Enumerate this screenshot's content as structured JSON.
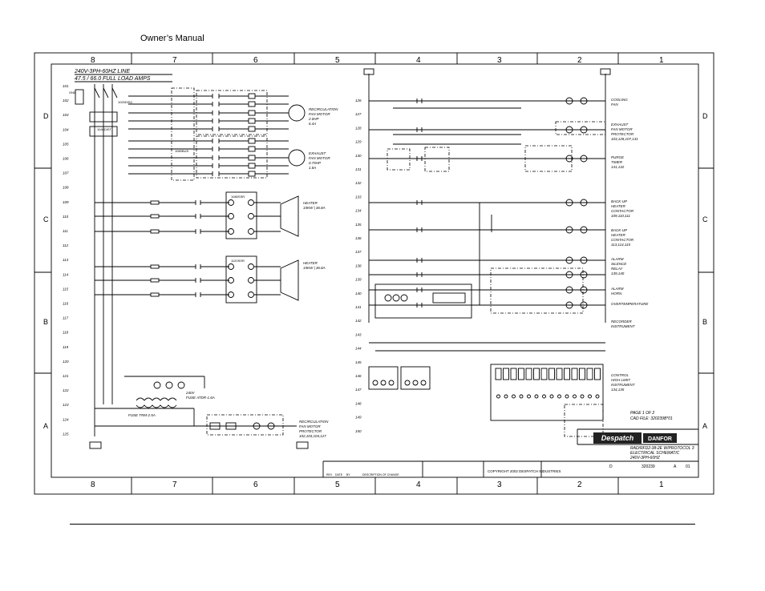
{
  "header": {
    "title": "Owner’s Manual"
  },
  "colors": {
    "ink": "#000000",
    "logo_dark": "#222222",
    "logo_light": "#ffffff"
  },
  "frame": {
    "columns_top": [
      "8",
      "7",
      "6",
      "5",
      "4",
      "3",
      "2",
      "1"
    ],
    "columns_bottom": [
      "8",
      "7",
      "6",
      "5",
      "4",
      "3",
      "2",
      "1"
    ],
    "rows_left": [
      "D",
      "C",
      "B",
      "A"
    ],
    "rows_right": [
      "D",
      "C",
      "B",
      "A"
    ]
  },
  "line_numbers_left": [
    "101",
    "102",
    "103",
    "104",
    "105",
    "106",
    "107",
    "108",
    "109",
    "110",
    "111",
    "112",
    "113",
    "114",
    "115",
    "116",
    "117",
    "118",
    "119",
    "120",
    "121",
    "122",
    "123",
    "124",
    "125"
  ],
  "line_numbers_mid": [
    "126",
    "127",
    "128",
    "129",
    "130",
    "131",
    "132",
    "133",
    "134",
    "135",
    "136",
    "137",
    "138",
    "139",
    "140",
    "141",
    "142",
    "143",
    "144",
    "145",
    "146",
    "147",
    "148",
    "149",
    "150"
  ],
  "power": {
    "line1": "240V-3PH-60HZ LINE",
    "line2": "47.5 / 66.0 FULL LOAD AMPS",
    "gnd": "GND",
    "disc": "1020DISC",
    "disconnect": "1040DIST",
    "fuse_block": "1060BUS"
  },
  "motors": [
    {
      "label": "RECIRCULATION",
      "l2": "FAN MOTOR",
      "l3": "2.0HP",
      "l4": "6.4A"
    },
    {
      "label": "EXHAUST",
      "l2": "FAN MOTOR",
      "l3": "0.75HP",
      "l4": "1.8A"
    }
  ],
  "heaters": [
    {
      "label": "HEATER",
      "l2": "15KW | 36.8A",
      "ssr": "1080SSR"
    },
    {
      "label": "HEATER",
      "l2": "15KW | 36.8A",
      "ssr": "1120SSR"
    }
  ],
  "control_labels": [
    {
      "l1": "COOLING",
      "l2": "FAN"
    },
    {
      "l1": "EXHAUST",
      "l2": "FAN MOTOR",
      "l3": "PROTECTOR",
      "l4": "103,128,107,131"
    },
    {
      "l1": "PURGE",
      "l2": "TIMER",
      "l3": "131,132"
    },
    {
      "l1": "BACK-UP",
      "l2": "HEATER",
      "l3": "CONTACTOR",
      "l4": "109,110,111"
    },
    {
      "l1": "BACK-UP",
      "l2": "HEATER",
      "l3": "CONTACTOR",
      "l4": "113,114,115"
    },
    {
      "l1": "ALARM",
      "l2": "SILENCE",
      "l3": "RELAY",
      "l4": "139,140"
    },
    {
      "l1": "ALARM",
      "l2": "HORN"
    },
    {
      "l1": "OVERTEMPERATURE"
    },
    {
      "l1": "RECORDER",
      "l2": "INSTRUMENT"
    },
    {
      "l1": "CONTROL",
      "l2": "HIGH LIMIT",
      "l3": "INSTRUMENT",
      "l4": "134,135"
    }
  ],
  "recirc_protector": {
    "l1": "RECIRCULATION",
    "l2": "FAN MOTOR",
    "l3": "PROTECTOR",
    "l4": "102,103,104,127"
  },
  "transformer": {
    "l1": "240V",
    "l2": "FUSE ATDR-1.6A",
    "l3": "FUSE TRM-2.5A"
  },
  "title_block": {
    "page": "PAGE 1 OF 2",
    "cad": "CAD FILE: 320239B*01",
    "t1": "RAD/RFD2-38-2E W/PROTOCOL 3",
    "t2": "ELECTRICAL SCHEMATIC",
    "t3": "240V-3PH-60HZ",
    "dwg_size": "D",
    "dwg_no": "320239",
    "rev": "A",
    "sheet": "01",
    "copyright": "COPYRIGHT  2002  DESPATCH INDUSTRIES",
    "brand": "Despatch",
    "brand2": "DANFOR",
    "desc_col": "DESCRIPTION OF CHANGE",
    "rev_col": "REV",
    "date_col": "DATE",
    "by_col": "BY"
  }
}
